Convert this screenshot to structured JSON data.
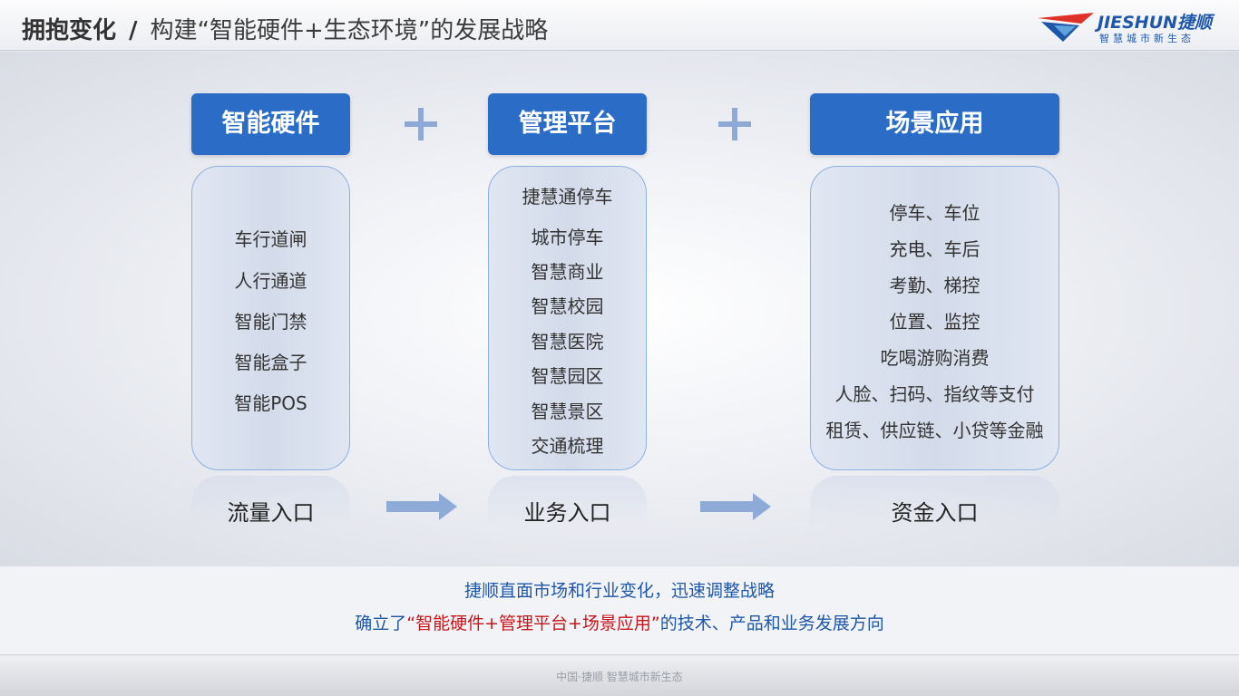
{
  "header": {
    "title_main": "拥抱变化",
    "title_slash": "/",
    "title_sub": "构建“智能硬件+生态环境”的发展战略",
    "logo_name": "JIESHUN捷顺",
    "logo_tagline": "智慧城市新生态"
  },
  "columns": [
    {
      "heading": "智能硬件",
      "items": [
        "车行道闸",
        "人行通道",
        "智能门禁",
        "智能盒子",
        "智能POS"
      ],
      "entry": "流量入口"
    },
    {
      "heading": "管理平台",
      "items": [
        "捷慧通停车",
        "城市停车",
        "智慧商业",
        "智慧校园",
        "智慧医院",
        "智慧园区",
        "智慧景区",
        "交通梳理"
      ],
      "entry": "业务入口"
    },
    {
      "heading": "场景应用",
      "items": [
        "停车、车位",
        "充电、车后",
        "考勤、梯控",
        "位置、监控",
        "吃喝游购消费",
        "人脸、扫码、指纹等支付",
        "租赁、供应链、小贷等金融"
      ],
      "entry": "资金入口"
    }
  ],
  "summary": {
    "line1": "捷顺直面市场和行业变化，迅速调整战略",
    "line2_prefix": "确立了",
    "line2_highlight": "“智能硬件+管理平台+场景应用”",
    "line2_suffix": "的技术、产品和业务发展方向"
  },
  "footer": {
    "text": "中国·捷顺  智慧城市新生态"
  },
  "colors": {
    "brand_blue": "#2a6cc6",
    "text_blue": "#1f57a8",
    "highlight_red": "#c4161c",
    "logo_red": "#e0302a"
  }
}
